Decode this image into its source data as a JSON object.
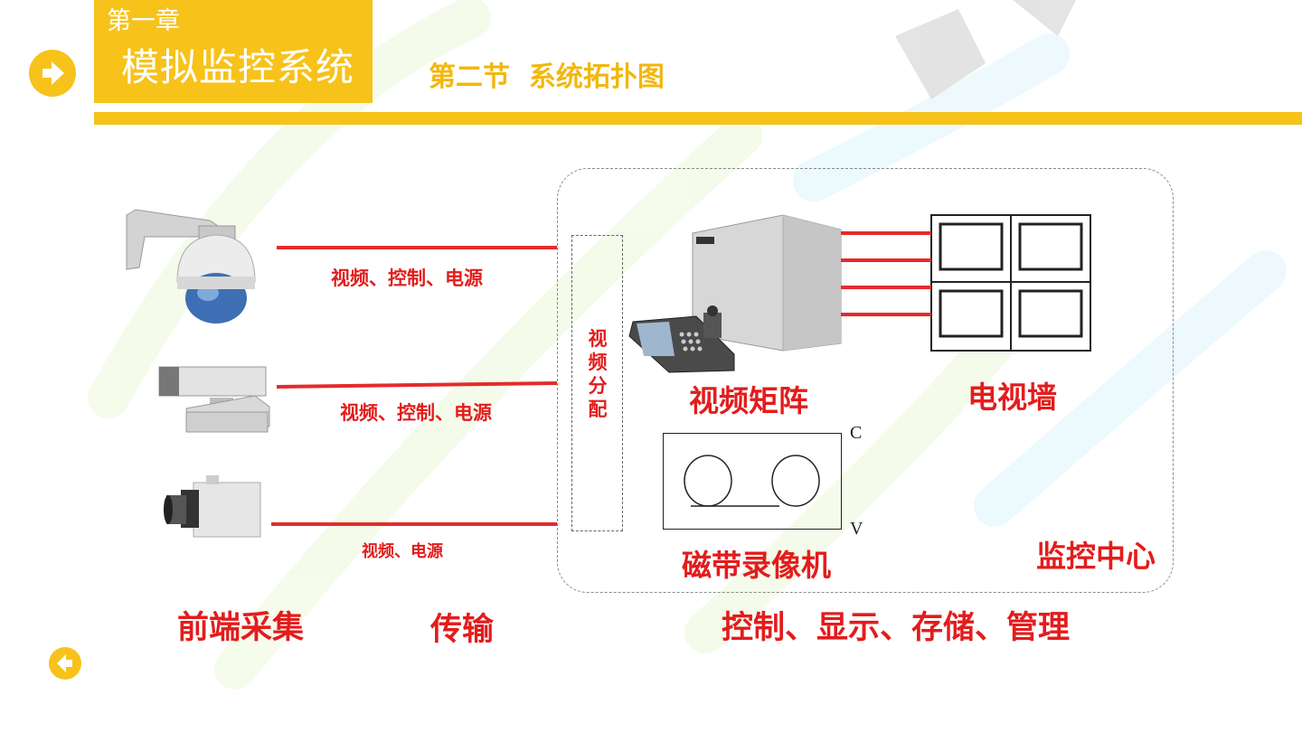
{
  "header": {
    "chapter_label": "第一章",
    "chapter_title": "模拟监控系统",
    "section_title": "第二节  系统拓扑图"
  },
  "diagram": {
    "link_labels": {
      "ptz_camera": "视频、控制、电源",
      "outdoor_camera": "视频、控制、电源",
      "box_camera": "视频、电源"
    },
    "distribution_label": "视频分配",
    "video_matrix": "视频矩阵",
    "tv_wall": "电视墙",
    "tape_recorder": "磁带录像机",
    "tape_letter_top": "C",
    "tape_letter_bottom": "V",
    "monitor_center": "监控中心",
    "stage_front": "前端采集",
    "stage_transmission": "传输",
    "stage_center": "控制、显示、存储、管理"
  },
  "colors": {
    "accent_yellow": "#f7c21a",
    "section_yellow": "#f2b70f",
    "signal_red": "#e42b2b",
    "label_red": "#e31c1c"
  },
  "icons": [
    "arrow-right-icon",
    "arrow-left-icon"
  ]
}
